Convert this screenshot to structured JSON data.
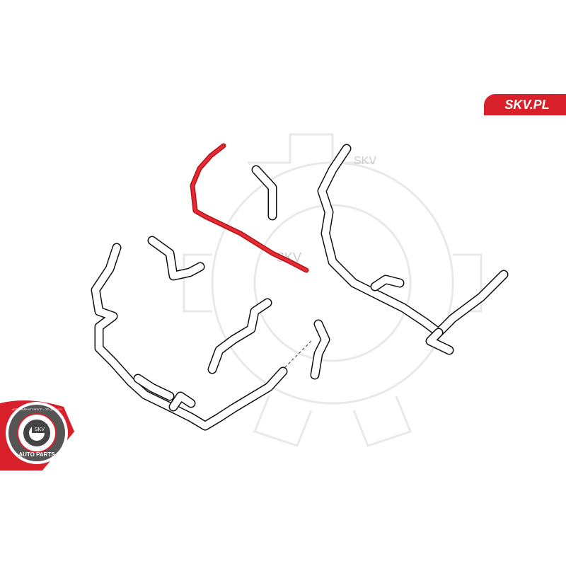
{
  "brand": {
    "badge_text": "SKV.PL",
    "logo_ring_text": "AFTERMARKET PRICE - OE QUALITY",
    "logo_center_text": "SKV",
    "logo_bottom_text": "AUTO PARTS",
    "watermark_text": "SKV",
    "accent_color": "#d7202a"
  }
}
